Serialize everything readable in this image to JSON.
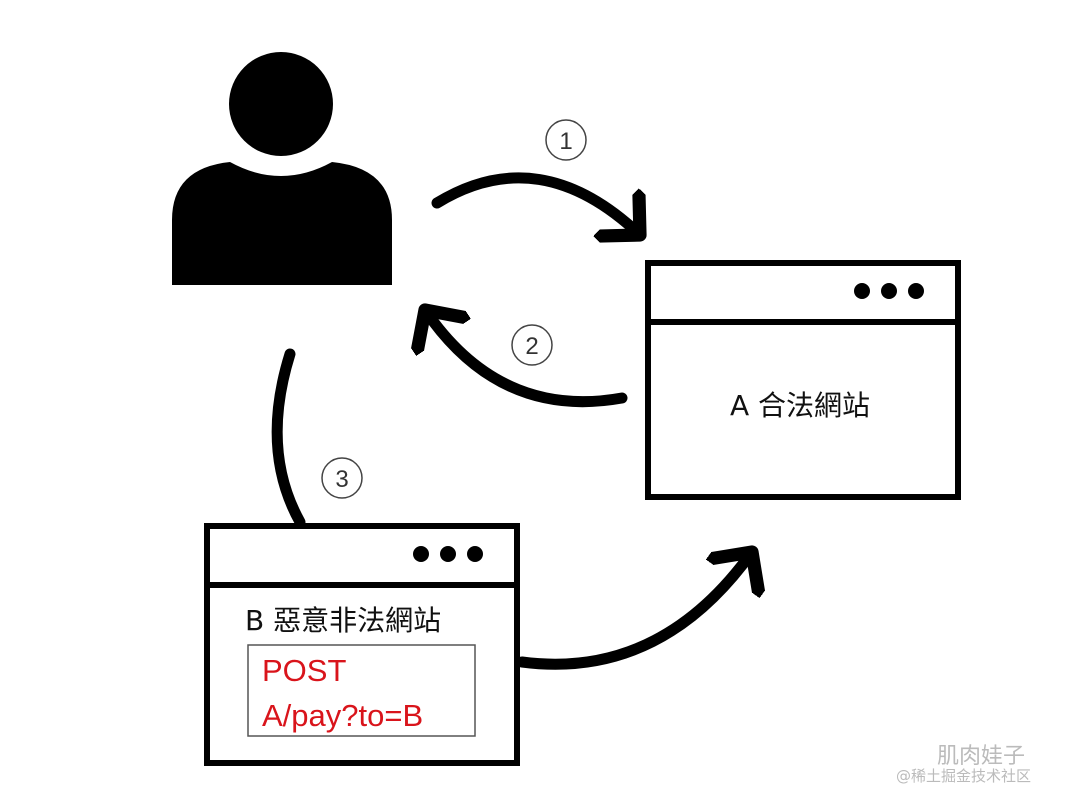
{
  "steps": [
    "1",
    "2",
    "3"
  ],
  "site_a": {
    "label": "A 合法網站"
  },
  "site_b": {
    "label": "B 惡意非法網站",
    "request_line1": "POST",
    "request_line2": "A/pay?to=B"
  },
  "watermark": {
    "line1": "肌肉娃子",
    "line2": "@稀土掘金技术社区"
  },
  "colors": {
    "stroke": "#000000",
    "request_text": "#d9141b",
    "watermark": "#bbbbbb"
  }
}
